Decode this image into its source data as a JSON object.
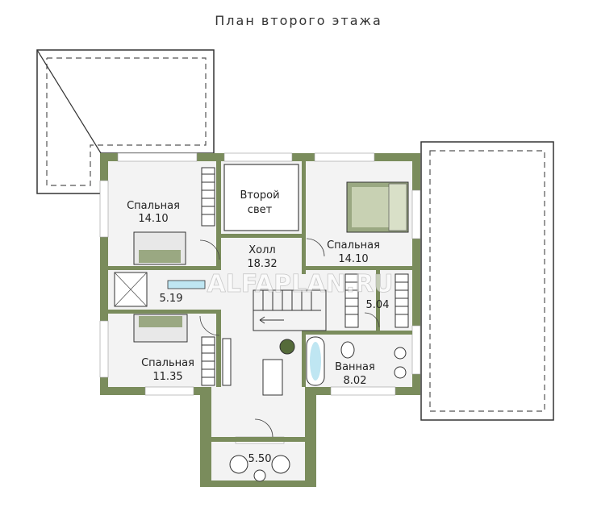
{
  "title": "План второго этажа",
  "watermark": "ALFAPLAN.RU",
  "colors": {
    "wall": "#7a8c5c",
    "floor": "#f0f0f0",
    "dashed": "#555555",
    "water": "#bfe6f2"
  },
  "rooms": [
    {
      "name": "Спальная",
      "area": "14.10"
    },
    {
      "name": "Второй свет",
      "area": ""
    },
    {
      "name": "Холл",
      "area": "18.32"
    },
    {
      "name": "Спальная",
      "area": "14.10"
    },
    {
      "name": "",
      "area": "5.19"
    },
    {
      "name": "",
      "area": "5.04"
    },
    {
      "name": "Спальная",
      "area": "11.35"
    },
    {
      "name": "Ванная",
      "area": "8.02"
    },
    {
      "name": "",
      "area": "5.50"
    }
  ]
}
